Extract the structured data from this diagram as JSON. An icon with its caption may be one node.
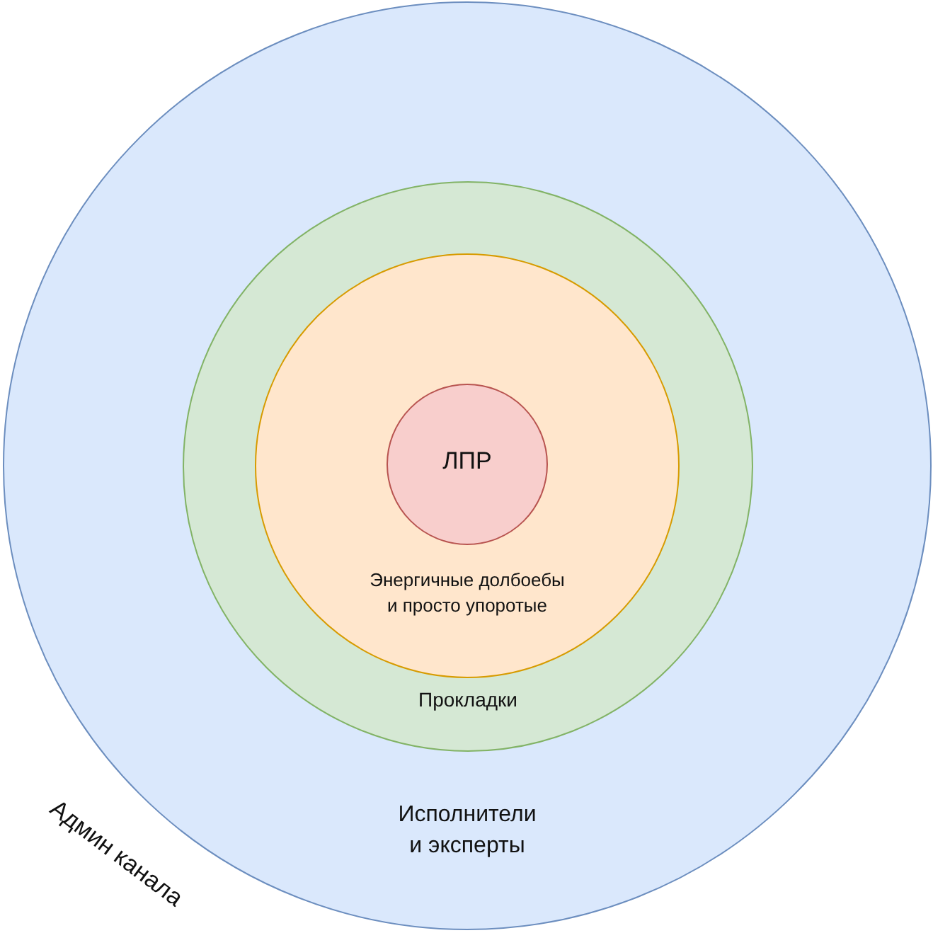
{
  "diagram": {
    "nodes": [
      {
        "text": [
          "Исполнители и эксперты"
        ]
      },
      {
        "text": [
          "Прокладки"
        ],
        "in": 0
      },
      {
        "text": [
          "Энергичные долбоебы и просто упоротые"
        ],
        "in": 1
      },
      {
        "text": [
          "ЛПР"
        ],
        "in": 2
      }
    ],
    "labels": [
      "Админ канала"
    ]
  }
}
